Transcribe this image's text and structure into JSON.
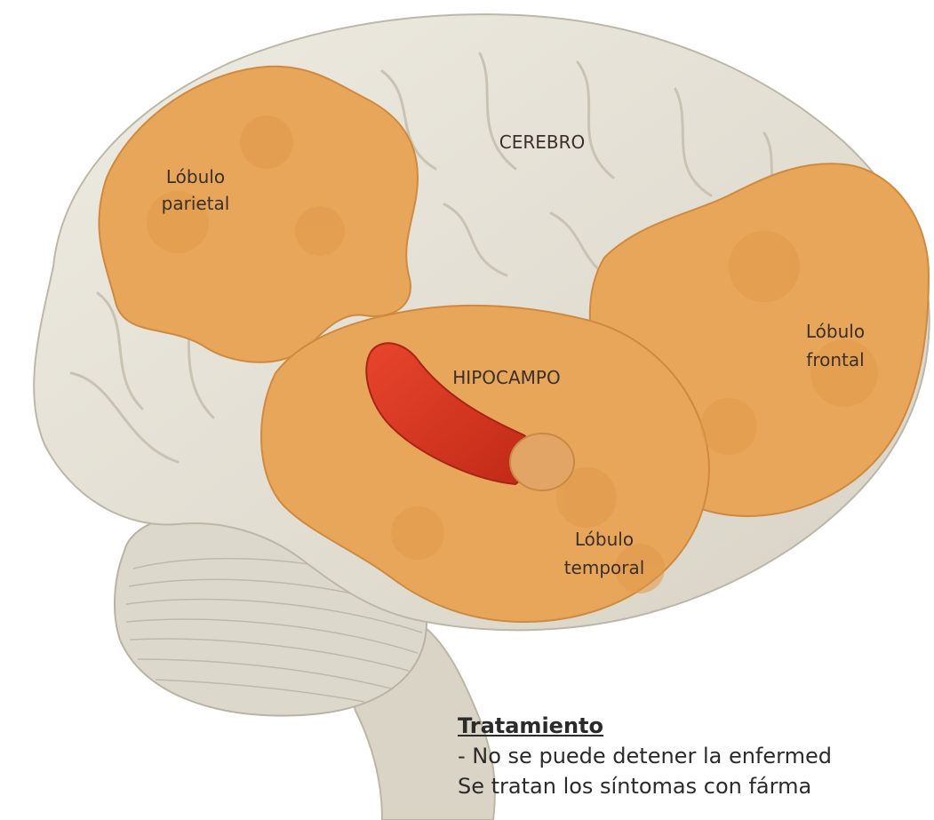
{
  "labels": {
    "cerebro": "CEREBRO",
    "parietal_1": "Lóbulo",
    "parietal_2": "parietal",
    "frontal_1": "Lóbulo",
    "frontal_2": "frontal",
    "temporal_1": "Lóbulo",
    "temporal_2": "temporal",
    "hipocampo": "HIPOCAMPO"
  },
  "treatment": {
    "heading": "Tratamiento",
    "line1": "- No se puede detener la enfermed",
    "line2": "Se tratan los síntomas con fárma"
  },
  "colors": {
    "brain": "#e6e2d6",
    "brain_shadow": "#cfcabb",
    "lobe": "#e8a65a",
    "lobe_dark": "#d48c3f",
    "hippocampus": "#d8321e",
    "cerebellum": "#d9d5c8"
  }
}
